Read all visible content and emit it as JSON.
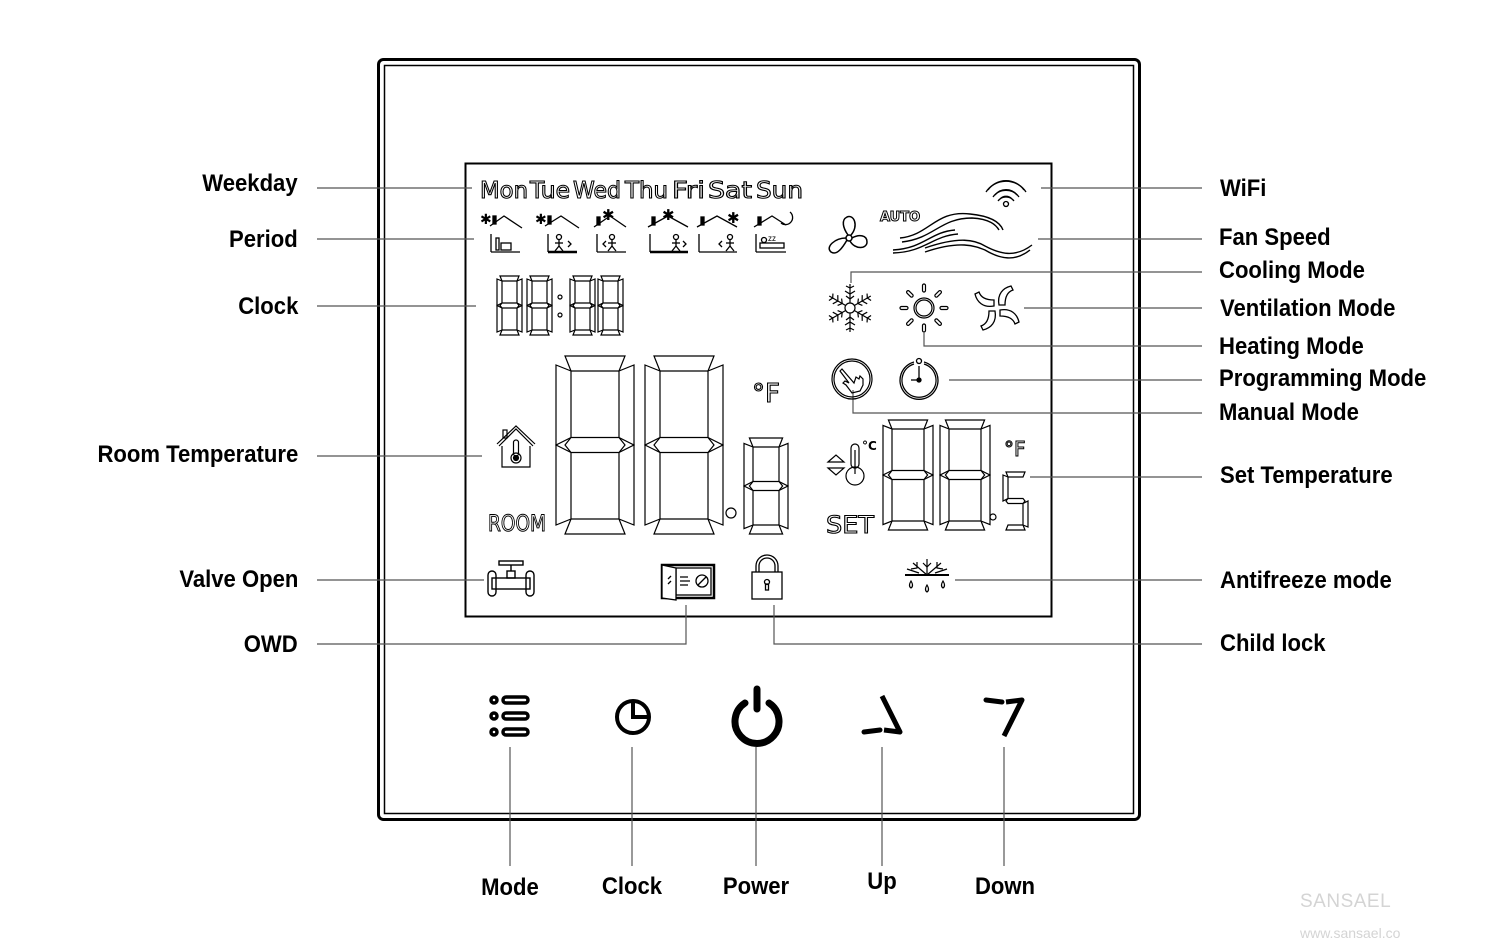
{
  "title": "Thermostat LCD Display and Button Layout",
  "left_labels": {
    "weekday": "Weekday",
    "period": "Period",
    "clock": "Clock",
    "room_temperature": "Room Temperature",
    "valve_open": "Valve Open",
    "owd": "OWD"
  },
  "right_labels": {
    "wifi": "WiFi",
    "fan_speed": "Fan Speed",
    "cooling_mode": "Cooling Mode",
    "ventilation_mode": "Ventilation Mode",
    "heating_mode": "Heating Mode",
    "programming_mode": "Programming Mode",
    "manual_mode": "Manual Mode",
    "set_temperature": "Set Temperature",
    "antifreeze_mode": "Antifreeze mode",
    "child_lock": "Child lock"
  },
  "buttons": [
    {
      "label": "Mode",
      "icon": "mode-list-icon"
    },
    {
      "label": "Clock",
      "icon": "clock-icon"
    },
    {
      "label": "Power",
      "icon": "power-icon"
    },
    {
      "label": "Up",
      "icon": "up-triangle-icon"
    },
    {
      "label": "Down",
      "icon": "down-triangle-icon"
    }
  ],
  "lcd": {
    "weekdays": [
      "Mon",
      "Tue",
      "Wed",
      "Thu",
      "Fri",
      "Sat",
      "Sun"
    ],
    "period_icons": [
      "period-wake-icon",
      "period-leave-icon",
      "period-return-icon",
      "period-leave-noon-icon",
      "period-return-afternoon-icon",
      "period-sleep-icon"
    ],
    "fan_auto": "AUTO",
    "clock_display": "88:88",
    "room_temp_display": "88.8",
    "room_unit": "°F",
    "room_label": "ROOM",
    "set_temp_display": "88.5",
    "set_unit": "°F",
    "set_unit_c": "°C",
    "set_label": "SET"
  },
  "watermark": {
    "brand": "SANSAEL",
    "url": "www.sansael.co"
  },
  "colors": {
    "line": "#000000",
    "leader": "#555555",
    "watermark": "#d4d4d4"
  }
}
